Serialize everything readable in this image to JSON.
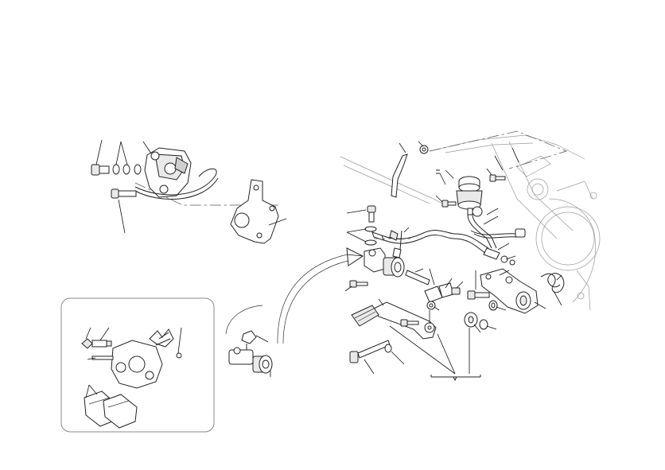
{
  "figure": {
    "kind": "exploded-parts-diagram",
    "background": "#ffffff",
    "line_color": "#222222",
    "inset_border_color": "#888888",
    "printed_text": []
  },
  "groups": [
    "rear-brake-caliper-assembly",
    "caliper-bracket",
    "brake-pads-inset",
    "rear-master-cylinder-detail",
    "rear-brake-pedal-assembly",
    "fluid-reservoir",
    "frame-outline"
  ]
}
